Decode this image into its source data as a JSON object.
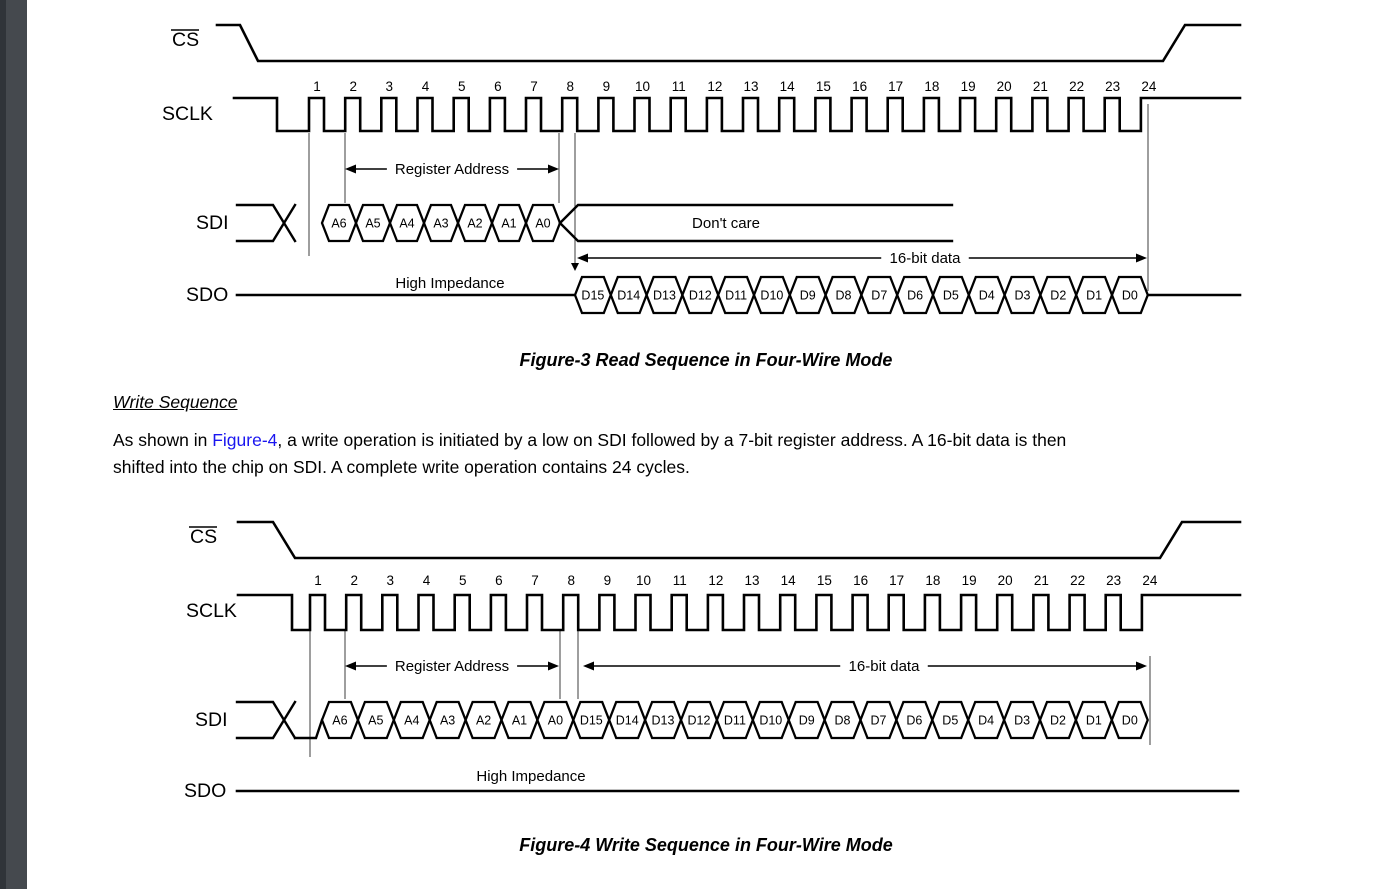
{
  "page": {
    "background": "#ffffff",
    "sidebar_color": "#45494e",
    "sidebar_edge_color": "#303439"
  },
  "figure3": {
    "signals": {
      "cs": "CS",
      "sclk": "SCLK",
      "sdi": "SDI",
      "sdo": "SDO"
    },
    "clock_numbers": [
      "1",
      "2",
      "3",
      "4",
      "5",
      "6",
      "7",
      "8",
      "9",
      "10",
      "11",
      "12",
      "13",
      "14",
      "15",
      "16",
      "17",
      "18",
      "19",
      "20",
      "21",
      "22",
      "23",
      "24"
    ],
    "annotations": {
      "register_address": "Register Address",
      "dont_care": "Don't care",
      "data_width": "16-bit data",
      "high_impedance": "High Impedance"
    },
    "sdi_bits": [
      "A6",
      "A5",
      "A4",
      "A3",
      "A2",
      "A1",
      "A0"
    ],
    "sdo_bits": [
      "D15",
      "D14",
      "D13",
      "D12",
      "D11",
      "D10",
      "D9",
      "D8",
      "D7",
      "D6",
      "D5",
      "D4",
      "D3",
      "D2",
      "D1",
      "D0"
    ],
    "caption": "Figure-3 Read Sequence in Four-Wire Mode"
  },
  "section": {
    "heading": "Write Sequence",
    "para_line1_pre": "As shown in ",
    "para_link": "Figure-4",
    "para_line1_post": ", a write operation is initiated by a low on SDI followed by a 7-bit register address. A 16-bit data is then",
    "para_line2": "shifted into the chip on SDI. A complete write operation contains 24 cycles.",
    "link_color": "#1a16f0"
  },
  "figure4": {
    "signals": {
      "cs": "CS",
      "sclk": "SCLK",
      "sdi": "SDI",
      "sdo": "SDO"
    },
    "clock_numbers": [
      "1",
      "2",
      "3",
      "4",
      "5",
      "6",
      "7",
      "8",
      "9",
      "10",
      "11",
      "12",
      "13",
      "14",
      "15",
      "16",
      "17",
      "18",
      "19",
      "20",
      "21",
      "22",
      "23",
      "24"
    ],
    "annotations": {
      "register_address": "Register Address",
      "data_width": "16-bit data",
      "high_impedance": "High Impedance"
    },
    "sdi_bits": [
      "A6",
      "A5",
      "A4",
      "A3",
      "A2",
      "A1",
      "A0",
      "D15",
      "D14",
      "D13",
      "D12",
      "D11",
      "D10",
      "D9",
      "D8",
      "D7",
      "D6",
      "D5",
      "D4",
      "D3",
      "D2",
      "D1",
      "D0"
    ],
    "caption": "Figure-4 Write Sequence in Four-Wire Mode"
  }
}
